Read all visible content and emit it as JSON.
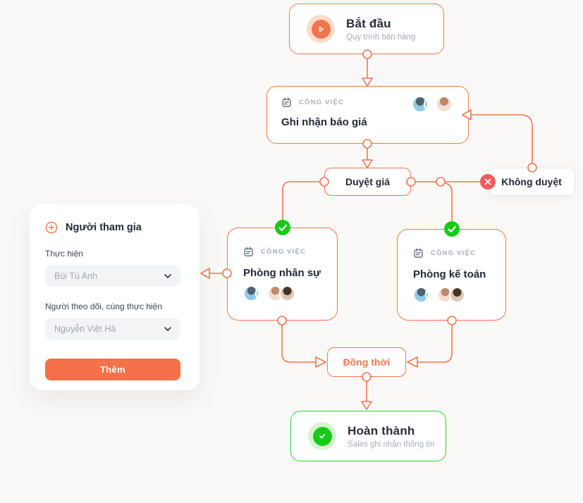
{
  "colors": {
    "accent_orange": "#F1764F",
    "accent_green": "#16CB16",
    "accent_red": "#F25A5C",
    "canvas_bg": "#FAF9F7"
  },
  "panel": {
    "title": "Người tham gia",
    "fields": [
      {
        "label": "Thực hiện",
        "value": "Bùi Tú Anh"
      },
      {
        "label": "Người theo dõi, cùng thực hiện",
        "value": "Nguyễn Việt Hà"
      }
    ],
    "submit_label": "Thêm"
  },
  "nodes": {
    "start": {
      "title": "Bắt đầu",
      "subtitle": "Quy trình bán hàng"
    },
    "task_quote": {
      "badge": "CÔNG VIỆC",
      "title": "Ghi nhận báo giá"
    },
    "approve": {
      "title": "Duyệt giá"
    },
    "reject": {
      "title": "Không duyệt"
    },
    "task_hr": {
      "badge": "CÔNG VIỆC",
      "title": "Phòng nhân sự"
    },
    "task_accounting": {
      "badge": "CÔNG VIỆC",
      "title": "Phòng kế toán"
    },
    "parallel": {
      "title": "Đồng thời"
    },
    "end": {
      "title": "Hoàn thành",
      "subtitle": "Sales ghi nhận thông tin"
    }
  }
}
